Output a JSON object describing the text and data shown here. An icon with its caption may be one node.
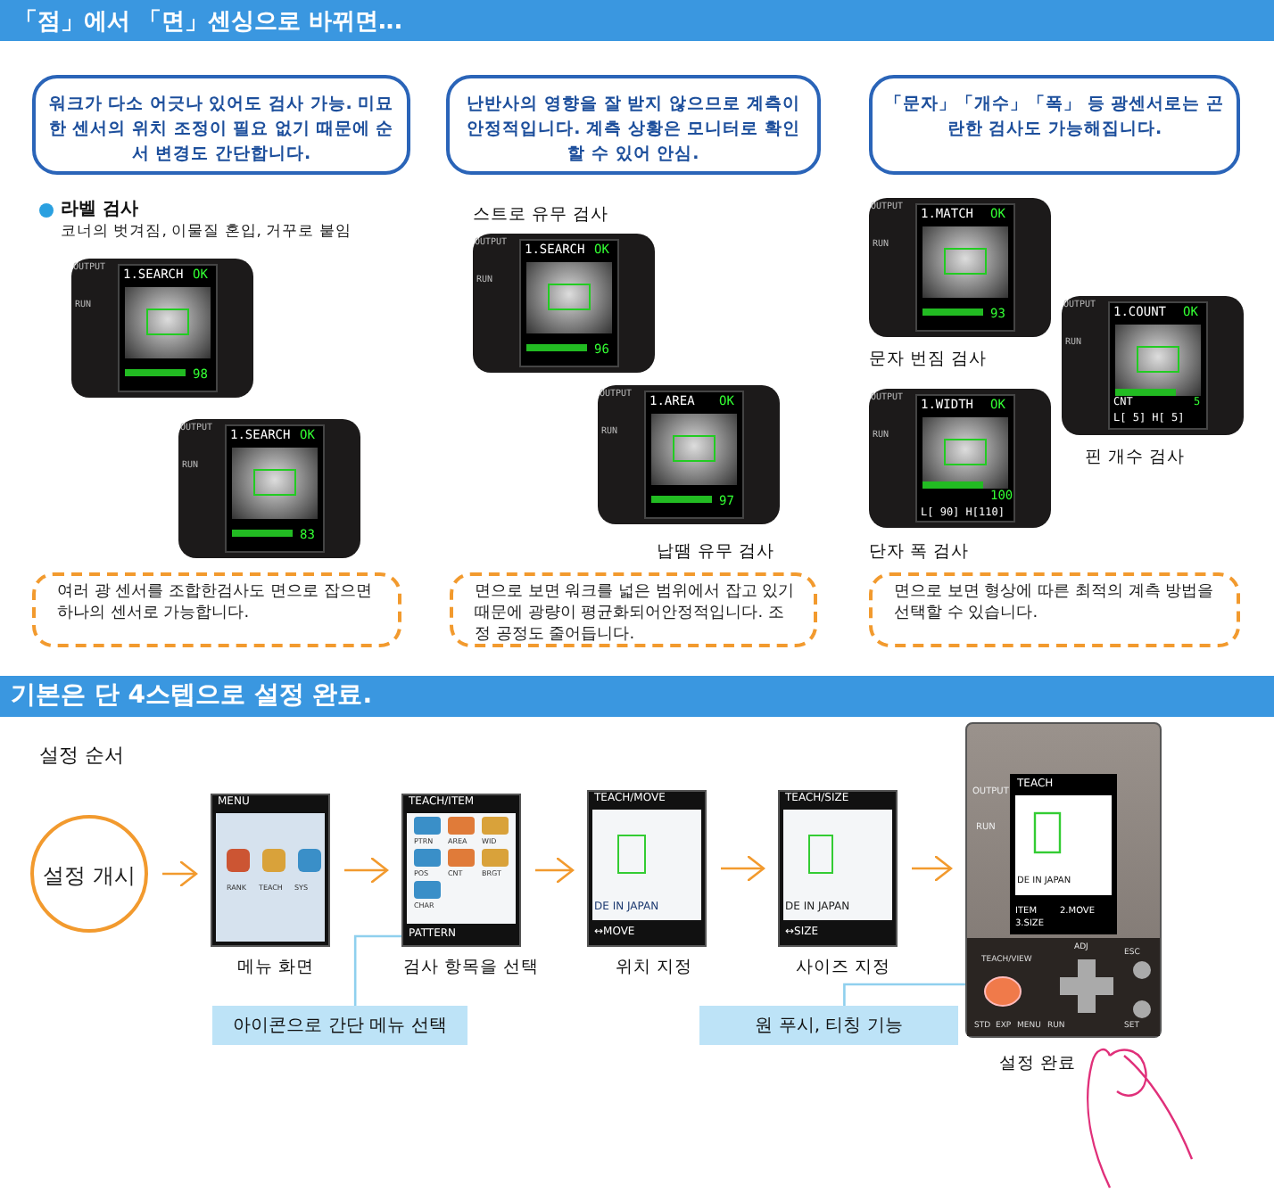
{
  "diagram": {
    "title": "「점」에서 「면」센싱으로 바뀌면‥.",
    "nodes": [
      {
        "text": [
          "워크가 다소 어긋나 있어도 검사 가능. 미묘한 센서의 위치 조정이 필요 없기 때문에 순서 변경도 간단합니다."
        ]
      },
      {
        "text": [
          "난반사의 영향을 잘 받지 않으므로 계측이 안정적입니다. 계측 상황은 모니터로 확인할 수 있어 안심."
        ]
      },
      {
        "text": [
          "「문자」「개수」「폭」 등 광센서로는 곤란한 검사도 가능해집니다."
        ]
      },
      {
        "text": [
          "OUTPUT",
          "1.SEARCH",
          "OK",
          "RUN",
          "98"
        ]
      },
      {
        "text": [
          "OUTPUT",
          "1.SEARCH",
          "OK",
          "RUN",
          "96"
        ],
        "beside": [
          "스트로 유무 검사"
        ]
      },
      {
        "text": [
          "OUTPUT",
          "1.MATCH",
          "OK",
          "RUN",
          "93"
        ],
        "beside": [
          "문자 번짐 검사"
        ]
      },
      {
        "text": [
          "OUTPUT",
          "1.COUNT",
          "OK",
          "RUN",
          "CNT",
          "5",
          "L[ 5] H[ 5]"
        ],
        "beside": [
          "핀 개수 검사"
        ]
      },
      {
        "text": [
          "OUTPUT",
          "1.SEARCH",
          "OK",
          "RUN",
          "83"
        ]
      },
      {
        "text": [
          "OUTPUT",
          "1.AREA",
          "OK",
          "RUN",
          "97"
        ],
        "beside": [
          "납땜 유무 검사"
        ]
      },
      {
        "text": [
          "OUTPUT",
          "1.WIDTH",
          "OK",
          "RUN",
          "100",
          "L[ 90] H[110]"
        ],
        "beside": [
          "단자 폭 검사"
        ]
      },
      {
        "text": [
          "여러 광 센서를 조합한검사도 면으로 잡으면 하나의 센서로 가능합니다."
        ]
      },
      {
        "text": [
          "면으로 보면 워크를 넓은 범위에서 잡고 있기 때문에 광량이 평균화되어안정적입니다. 조정 공정도 줄어듭니다."
        ]
      },
      {
        "text": [
          "면으로 보면 형상에 따른 최적의 계측 방법을 선택할 수 있습니다."
        ]
      },
      {
        "text": [
          "설정 개시"
        ]
      },
      {
        "text": [
          "MENU",
          "RANK",
          "TEACH",
          "SYS"
        ],
        "beside": [
          "메뉴 화면"
        ]
      },
      {
        "text": [
          "TEACH/ITEM",
          "PTRN",
          "AREA",
          "WID",
          "POS",
          "CNT",
          "BRGT",
          "CHAR",
          "PATTERN"
        ],
        "beside": [
          "검사 항목을 선택"
        ]
      },
      {
        "text": [
          "TEACH/MOVE",
          "DE IN JAPAN",
          "↔MOVE"
        ],
        "beside": [
          "위치 지정"
        ]
      },
      {
        "text": [
          "TEACH/SIZE",
          "DE IN JAPAN",
          "↔SIZE"
        ],
        "beside": [
          "사이즈 지정"
        ]
      },
      {
        "text": [
          "OUTPUT",
          "RUN",
          "TEACH",
          "DE IN JAPAN",
          "ITEM",
          "2.MOVE",
          "3.SIZE",
          "ESC",
          "TEACH/VIEW",
          "ADJ",
          "STD",
          "EXP",
          "MENU",
          "RUN",
          "SET"
        ],
        "beside": [
          "설정 완료"
        ]
      },
      {
        "text": [
          "아이콘으로 간단 메뉴 선택"
        ]
      },
      {
        "text": [
          "원 푸시, 티칭 기능"
        ]
      }
    ],
    "edges": [
      {
        "from": 13,
        "to": 14,
        "arrow": "to"
      },
      {
        "from": 14,
        "to": 15,
        "arrow": "to"
      },
      {
        "from": 15,
        "to": 16,
        "arrow": "to"
      },
      {
        "from": 16,
        "to": 17,
        "arrow": "to"
      },
      {
        "from": 17,
        "to": 18,
        "arrow": "to"
      },
      {
        "from": 19,
        "to": 15,
        "arrow": "none",
        "color": "#8fd0ee"
      },
      {
        "from": 20,
        "to": 18,
        "arrow": "none",
        "color": "#8fd0ee"
      }
    ],
    "labels": [
      "라벨 검사",
      "코너의 벗겨짐, 이물질 혼입, 거꾸로 붙임",
      "기본은 단 4스텝으로 설정 완료.",
      "설정 순서"
    ]
  }
}
